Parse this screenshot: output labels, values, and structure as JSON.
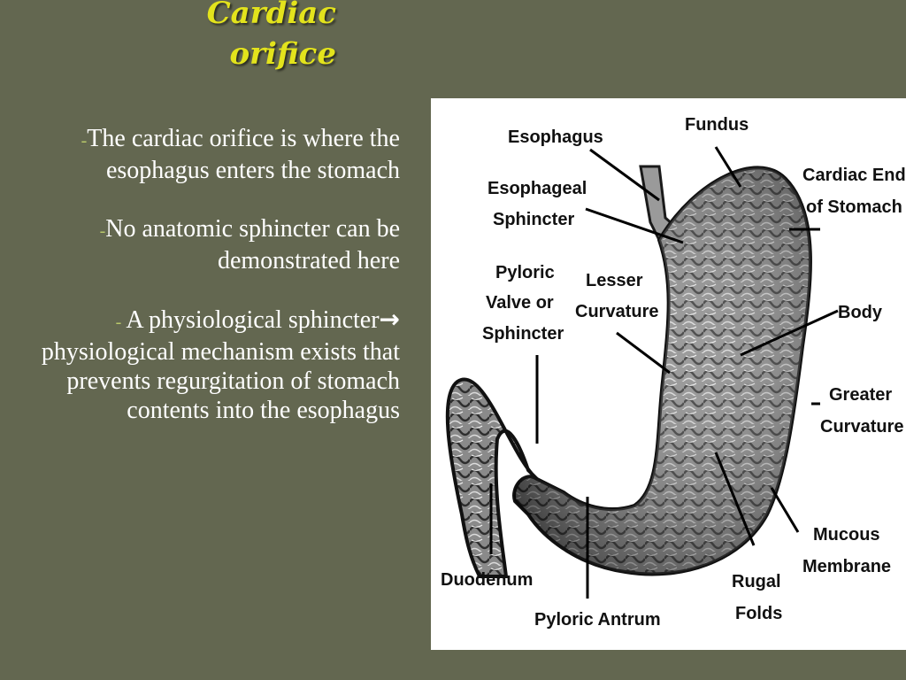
{
  "title": {
    "line1": "Cardiac",
    "line2": "orifice"
  },
  "bullets": [
    {
      "dash": "-",
      "text": "The cardiac orifice is where the esophagus enters the stomach"
    },
    {
      "dash": "-",
      "text": "No anatomic sphincter can be demonstrated here"
    },
    {
      "dash": "- ",
      "text_before": "A physiological sphincter",
      "arrow": "→",
      "text_after": " physiological mechanism exists that prevents regurgitation of stomach contents into the esophagus"
    }
  ],
  "figure_labels": {
    "esophagus": "Esophagus",
    "fundus": "Fundus",
    "cardiac_end_1": "Cardiac End",
    "cardiac_end_2": "of Stomach",
    "esophageal_1": "Esophageal",
    "esophageal_2": "Sphincter",
    "pyloric_1": "Pyloric",
    "pyloric_2": "Valve or",
    "pyloric_3": "Sphincter",
    "lesser_1": "Lesser",
    "lesser_2": "Curvature",
    "body": "Body",
    "greater_1": "Greater",
    "greater_2": "Curvature",
    "mucous_1": "Mucous",
    "mucous_2": "Membrane",
    "rugal_1": "Rugal",
    "rugal_2": "Folds",
    "duodenum": "Duodenum",
    "pyloric_antrum": "Pyloric Antrum"
  },
  "colors": {
    "background": "#636750",
    "title": "#e3e31c",
    "text": "#ffffff",
    "dash": "#b9c86a"
  }
}
